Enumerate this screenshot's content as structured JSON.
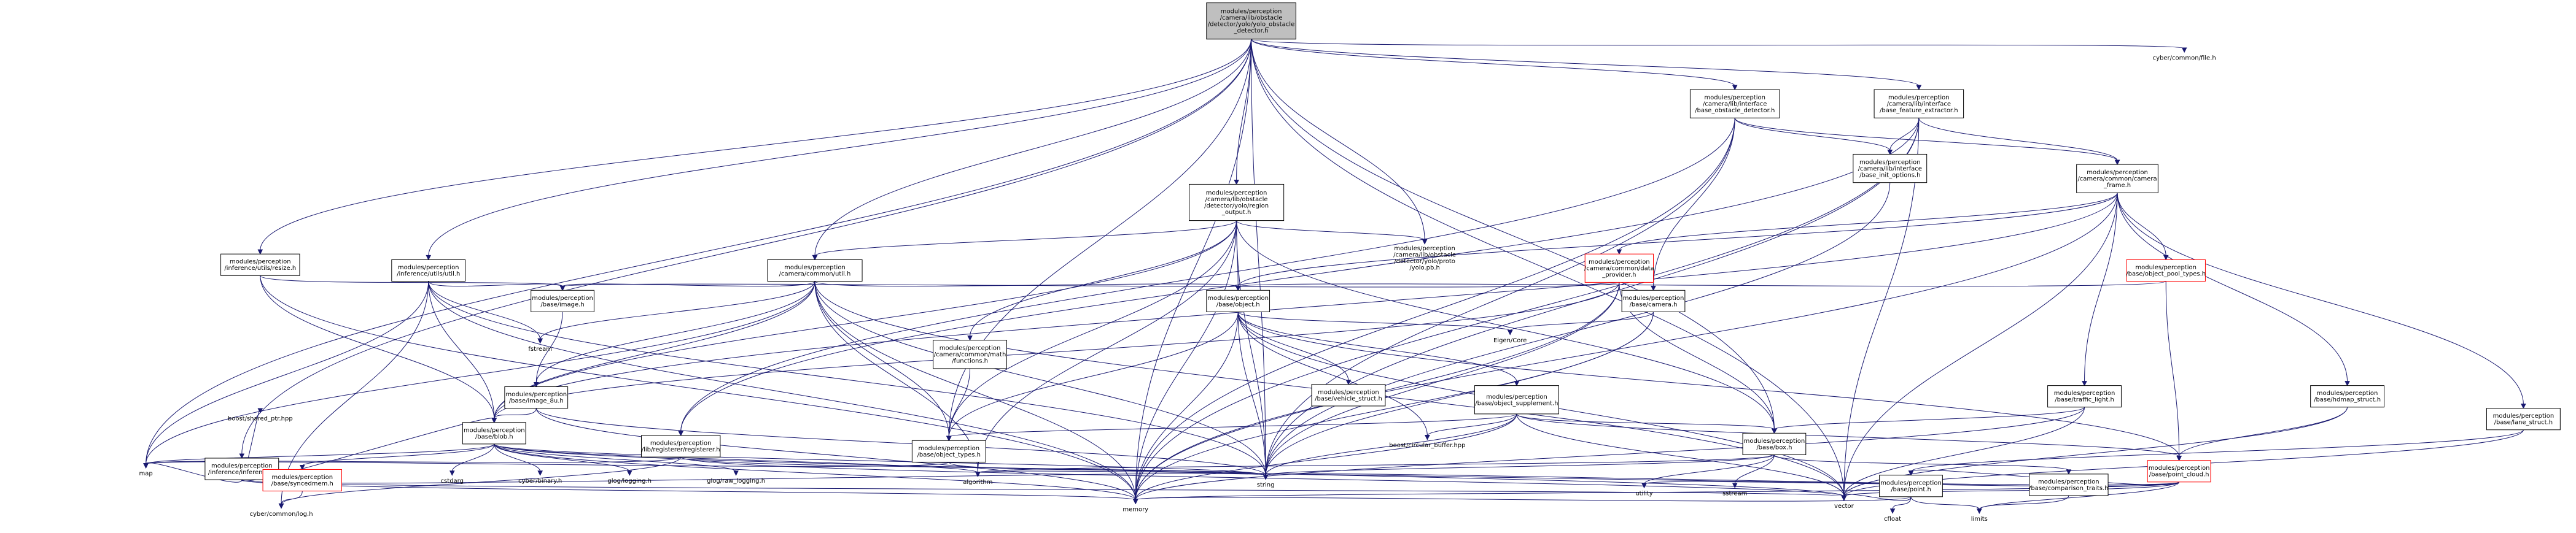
{
  "colors": {
    "edge": "#191970",
    "box_border": "#000000",
    "red_border": "#ff0000",
    "root_fill": "#bfbfbf",
    "node_fill": "#ffffff"
  },
  "nodes": [
    {
      "id": "root",
      "lines": [
        "modules/perception",
        "/camera/lib/obstacle",
        "/detector/yolo/yolo_obstacle",
        "_detector.h"
      ],
      "style": "root"
    },
    {
      "id": "inf_resize",
      "lines": [
        "modules/perception",
        "/inference/utils/resize.h"
      ],
      "style": "box"
    },
    {
      "id": "inf_util",
      "lines": [
        "modules/perception",
        "/inference/utils/util.h"
      ],
      "style": "box"
    },
    {
      "id": "inference",
      "lines": [
        "modules/perception",
        "/inference/inference.h"
      ],
      "style": "box"
    },
    {
      "id": "region_output",
      "lines": [
        "modules/perception",
        "/camera/lib/obstacle",
        "/detector/yolo/region",
        "_output.h"
      ],
      "style": "box"
    },
    {
      "id": "cam_util",
      "lines": [
        "modules/perception",
        "/camera/common/util.h"
      ],
      "style": "box"
    },
    {
      "id": "yolo_pb",
      "lines": [
        "modules/perception",
        "/camera/lib/obstacle",
        "/detector/yolo/proto",
        "/yolo.pb.h"
      ],
      "style": "plain"
    },
    {
      "id": "base_obstacle_detector",
      "lines": [
        "modules/perception",
        "/camera/lib/interface",
        "/base_obstacle_detector.h"
      ],
      "style": "box"
    },
    {
      "id": "base_feature_extractor",
      "lines": [
        "modules/perception",
        "/camera/lib/interface",
        "/base_feature_extractor.h"
      ],
      "style": "box"
    },
    {
      "id": "base_init_options",
      "lines": [
        "modules/perception",
        "/camera/lib/interface",
        "/base_init_options.h"
      ],
      "style": "box"
    },
    {
      "id": "camera_frame",
      "lines": [
        "modules/perception",
        "/camera/common/camera",
        "_frame.h"
      ],
      "style": "box"
    },
    {
      "id": "data_provider",
      "lines": [
        "modules/perception",
        "/camera/common/data",
        "_provider.h"
      ],
      "style": "red"
    },
    {
      "id": "object_pool_types",
      "lines": [
        "modules/perception",
        "/base/object_pool_types.h"
      ],
      "style": "red"
    },
    {
      "id": "cyber_file",
      "lines": [
        "cyber/common/file.h"
      ],
      "style": "plain"
    },
    {
      "id": "base_image",
      "lines": [
        "modules/perception",
        "/base/image.h"
      ],
      "style": "box"
    },
    {
      "id": "fstream",
      "lines": [
        "fstream"
      ],
      "style": "plain"
    },
    {
      "id": "math_functions",
      "lines": [
        "modules/perception",
        "/camera/common/math",
        "/functions.h"
      ],
      "style": "box"
    },
    {
      "id": "base_object",
      "lines": [
        "modules/perception",
        "/base/object.h"
      ],
      "style": "box"
    },
    {
      "id": "base_camera",
      "lines": [
        "modules/perception",
        "/base/camera.h"
      ],
      "style": "box"
    },
    {
      "id": "eigen_core",
      "lines": [
        "Eigen/Core"
      ],
      "style": "plain"
    },
    {
      "id": "image_8u",
      "lines": [
        "modules/perception",
        "/base/image_8u.h"
      ],
      "style": "box"
    },
    {
      "id": "vehicle_struct",
      "lines": [
        "modules/perception",
        "/base/vehicle_struct.h"
      ],
      "style": "box"
    },
    {
      "id": "object_supplement",
      "lines": [
        "modules/perception",
        "/base/object_supplement.h"
      ],
      "style": "box"
    },
    {
      "id": "traffic_light",
      "lines": [
        "modules/perception",
        "/base/traffic_light.h"
      ],
      "style": "box"
    },
    {
      "id": "hdmap_struct",
      "lines": [
        "modules/perception",
        "/base/hdmap_struct.h"
      ],
      "style": "box"
    },
    {
      "id": "lane_struct",
      "lines": [
        "modules/perception",
        "/base/lane_struct.h"
      ],
      "style": "box"
    },
    {
      "id": "boost_shared_ptr",
      "lines": [
        "boost/shared_ptr.hpp"
      ],
      "style": "plain"
    },
    {
      "id": "base_blob",
      "lines": [
        "modules/perception",
        "/base/blob.h"
      ],
      "style": "box"
    },
    {
      "id": "lib_registerer",
      "lines": [
        "modules/perception",
        "/lib/registerer/registerer.h"
      ],
      "style": "box"
    },
    {
      "id": "object_types",
      "lines": [
        "modules/perception",
        "/base/object_types.h"
      ],
      "style": "box"
    },
    {
      "id": "boost_circular",
      "lines": [
        "boost/circular_buffer.hpp"
      ],
      "style": "plain"
    },
    {
      "id": "base_box",
      "lines": [
        "modules/perception",
        "/base/box.h"
      ],
      "style": "box"
    },
    {
      "id": "point_cloud",
      "lines": [
        "modules/perception",
        "/base/point_cloud.h"
      ],
      "style": "red"
    },
    {
      "id": "map",
      "lines": [
        "map"
      ],
      "style": "plain"
    },
    {
      "id": "syncedmem",
      "lines": [
        "modules/perception",
        "/base/syncedmem.h"
      ],
      "style": "red"
    },
    {
      "id": "cstdarg",
      "lines": [
        "cstdarg"
      ],
      "style": "plain"
    },
    {
      "id": "cyber_binary",
      "lines": [
        "cyber/binary.h"
      ],
      "style": "plain"
    },
    {
      "id": "glog_logging",
      "lines": [
        "glog/logging.h"
      ],
      "style": "plain"
    },
    {
      "id": "glog_raw_logging",
      "lines": [
        "glog/raw_logging.h"
      ],
      "style": "plain"
    },
    {
      "id": "cyber_log",
      "lines": [
        "cyber/common/log.h"
      ],
      "style": "plain"
    },
    {
      "id": "memory",
      "lines": [
        "memory"
      ],
      "style": "plain"
    },
    {
      "id": "algorithm",
      "lines": [
        "algorithm"
      ],
      "style": "plain"
    },
    {
      "id": "string",
      "lines": [
        "string"
      ],
      "style": "plain"
    },
    {
      "id": "utility",
      "lines": [
        "utility"
      ],
      "style": "plain"
    },
    {
      "id": "sstream",
      "lines": [
        "sstream"
      ],
      "style": "plain"
    },
    {
      "id": "base_point",
      "lines": [
        "modules/perception",
        "/base/point.h"
      ],
      "style": "box"
    },
    {
      "id": "comparison_traits",
      "lines": [
        "modules/perception",
        "/base/comparison_traits.h"
      ],
      "style": "box"
    },
    {
      "id": "vector",
      "lines": [
        "vector"
      ],
      "style": "plain"
    },
    {
      "id": "cfloat",
      "lines": [
        "cfloat"
      ],
      "style": "plain"
    },
    {
      "id": "limits",
      "lines": [
        "limits"
      ],
      "style": "plain"
    }
  ],
  "edges": [
    [
      "root",
      "inf_resize"
    ],
    [
      "root",
      "inf_util"
    ],
    [
      "root",
      "inference"
    ],
    [
      "root",
      "region_output"
    ],
    [
      "root",
      "cam_util"
    ],
    [
      "root",
      "yolo_pb"
    ],
    [
      "root",
      "base_obstacle_detector"
    ],
    [
      "root",
      "base_feature_extractor"
    ],
    [
      "root",
      "cyber_file"
    ],
    [
      "root",
      "object_types"
    ],
    [
      "root",
      "map"
    ],
    [
      "root",
      "memory"
    ],
    [
      "root",
      "vector"
    ],
    [
      "root",
      "string"
    ],
    [
      "root",
      "base_box"
    ],
    [
      "inf_resize",
      "base_image"
    ],
    [
      "inf_resize",
      "base_blob"
    ],
    [
      "inf_resize",
      "memory"
    ],
    [
      "inf_util",
      "fstream"
    ],
    [
      "inf_util",
      "base_image"
    ],
    [
      "inf_util",
      "base_blob"
    ],
    [
      "inf_util",
      "cyber_log"
    ],
    [
      "inf_util",
      "map"
    ],
    [
      "inf_util",
      "string"
    ],
    [
      "inf_util",
      "memory"
    ],
    [
      "inference",
      "base_blob"
    ],
    [
      "inference",
      "boost_shared_ptr"
    ],
    [
      "inference",
      "map"
    ],
    [
      "inference",
      "string"
    ],
    [
      "inference",
      "vector"
    ],
    [
      "inference",
      "memory"
    ],
    [
      "region_output",
      "cam_util"
    ],
    [
      "region_output",
      "yolo_pb"
    ],
    [
      "region_output",
      "math_functions"
    ],
    [
      "region_output",
      "base_object"
    ],
    [
      "region_output",
      "object_types"
    ],
    [
      "region_output",
      "base_blob"
    ],
    [
      "region_output",
      "algorithm"
    ],
    [
      "region_output",
      "string"
    ],
    [
      "region_output",
      "memory"
    ],
    [
      "region_output",
      "base_box"
    ],
    [
      "cam_util",
      "fstream"
    ],
    [
      "cam_util",
      "base_image"
    ],
    [
      "cam_util",
      "base_blob"
    ],
    [
      "cam_util",
      "base_object"
    ],
    [
      "cam_util",
      "object_types"
    ],
    [
      "cam_util",
      "image_8u"
    ],
    [
      "cam_util",
      "algorithm"
    ],
    [
      "cam_util",
      "map"
    ],
    [
      "cam_util",
      "string"
    ],
    [
      "cam_util",
      "memory"
    ],
    [
      "cam_util",
      "vector"
    ],
    [
      "base_obstacle_detector",
      "lib_registerer"
    ],
    [
      "base_obstacle_detector",
      "base_init_options"
    ],
    [
      "base_obstacle_detector",
      "camera_frame"
    ],
    [
      "base_obstacle_detector",
      "base_camera"
    ],
    [
      "base_obstacle_detector",
      "string"
    ],
    [
      "base_obstacle_detector",
      "memory"
    ],
    [
      "base_feature_extractor",
      "base_init_options"
    ],
    [
      "base_feature_extractor",
      "camera_frame"
    ],
    [
      "base_feature_extractor",
      "lib_registerer"
    ],
    [
      "base_feature_extractor",
      "memory"
    ],
    [
      "base_feature_extractor",
      "vector"
    ],
    [
      "base_feature_extractor",
      "string"
    ],
    [
      "base_init_options",
      "string"
    ],
    [
      "camera_frame",
      "data_provider"
    ],
    [
      "camera_frame",
      "object_pool_types"
    ],
    [
      "camera_frame",
      "traffic_light"
    ],
    [
      "camera_frame",
      "hdmap_struct"
    ],
    [
      "camera_frame",
      "lane_struct"
    ],
    [
      "camera_frame",
      "base_blob"
    ],
    [
      "camera_frame",
      "base_object"
    ],
    [
      "camera_frame",
      "memory"
    ],
    [
      "camera_frame",
      "vector"
    ],
    [
      "data_provider",
      "base_image"
    ],
    [
      "data_provider",
      "base_blob"
    ],
    [
      "data_provider",
      "base_box"
    ],
    [
      "data_provider",
      "string"
    ],
    [
      "data_provider",
      "memory"
    ],
    [
      "object_pool_types",
      "base_object"
    ],
    [
      "object_pool_types",
      "point_cloud"
    ],
    [
      "base_image",
      "image_8u"
    ],
    [
      "math_functions",
      "object_types"
    ],
    [
      "base_object",
      "eigen_core"
    ],
    [
      "base_object",
      "vehicle_struct"
    ],
    [
      "base_object",
      "object_supplement"
    ],
    [
      "base_object",
      "object_types"
    ],
    [
      "base_object",
      "boost_circular"
    ],
    [
      "base_object",
      "point_cloud"
    ],
    [
      "base_object",
      "string"
    ],
    [
      "base_object",
      "memory"
    ],
    [
      "base_object",
      "vector"
    ],
    [
      "base_camera",
      "eigen_core"
    ],
    [
      "base_camera",
      "string"
    ],
    [
      "base_camera",
      "memory"
    ],
    [
      "image_8u",
      "base_blob"
    ],
    [
      "image_8u",
      "memory"
    ],
    [
      "image_8u",
      "string"
    ],
    [
      "object_supplement",
      "base_box"
    ],
    [
      "object_supplement",
      "object_types"
    ],
    [
      "object_supplement",
      "boost_circular"
    ],
    [
      "object_supplement",
      "point_cloud"
    ],
    [
      "object_supplement",
      "string"
    ],
    [
      "object_supplement",
      "memory"
    ],
    [
      "object_supplement",
      "vector"
    ],
    [
      "traffic_light",
      "base_box"
    ],
    [
      "traffic_light",
      "memory"
    ],
    [
      "traffic_light",
      "vector"
    ],
    [
      "hdmap_struct",
      "point_cloud"
    ],
    [
      "hdmap_struct",
      "vector"
    ],
    [
      "lane_struct",
      "base_point"
    ],
    [
      "lane_struct",
      "vector"
    ],
    [
      "base_blob",
      "syncedmem"
    ],
    [
      "base_blob",
      "cstdarg"
    ],
    [
      "base_blob",
      "cyber_binary"
    ],
    [
      "base_blob",
      "glog_logging"
    ],
    [
      "base_blob",
      "glog_raw_logging"
    ],
    [
      "base_blob",
      "map"
    ],
    [
      "base_blob",
      "memory"
    ],
    [
      "base_blob",
      "string"
    ],
    [
      "base_blob",
      "vector"
    ],
    [
      "base_blob",
      "algorithm"
    ],
    [
      "lib_registerer",
      "map"
    ],
    [
      "lib_registerer",
      "string"
    ],
    [
      "lib_registerer",
      "vector"
    ],
    [
      "lib_registerer",
      "cyber_log"
    ],
    [
      "object_types",
      "map"
    ],
    [
      "object_types",
      "string"
    ],
    [
      "base_box",
      "algorithm"
    ],
    [
      "base_box",
      "string"
    ],
    [
      "base_box",
      "sstream"
    ],
    [
      "base_box",
      "utility"
    ],
    [
      "base_box",
      "comparison_traits"
    ],
    [
      "point_cloud",
      "base_point"
    ],
    [
      "point_cloud",
      "algorithm"
    ],
    [
      "point_cloud",
      "limits"
    ],
    [
      "point_cloud",
      "memory"
    ],
    [
      "point_cloud",
      "string"
    ],
    [
      "point_cloud",
      "vector"
    ],
    [
      "point_cloud",
      "utility"
    ],
    [
      "syncedmem",
      "cyber_log"
    ],
    [
      "base_point",
      "cfloat"
    ],
    [
      "base_point",
      "limits"
    ],
    [
      "base_point",
      "memory"
    ],
    [
      "base_point",
      "vector"
    ],
    [
      "comparison_traits",
      "limits"
    ]
  ]
}
